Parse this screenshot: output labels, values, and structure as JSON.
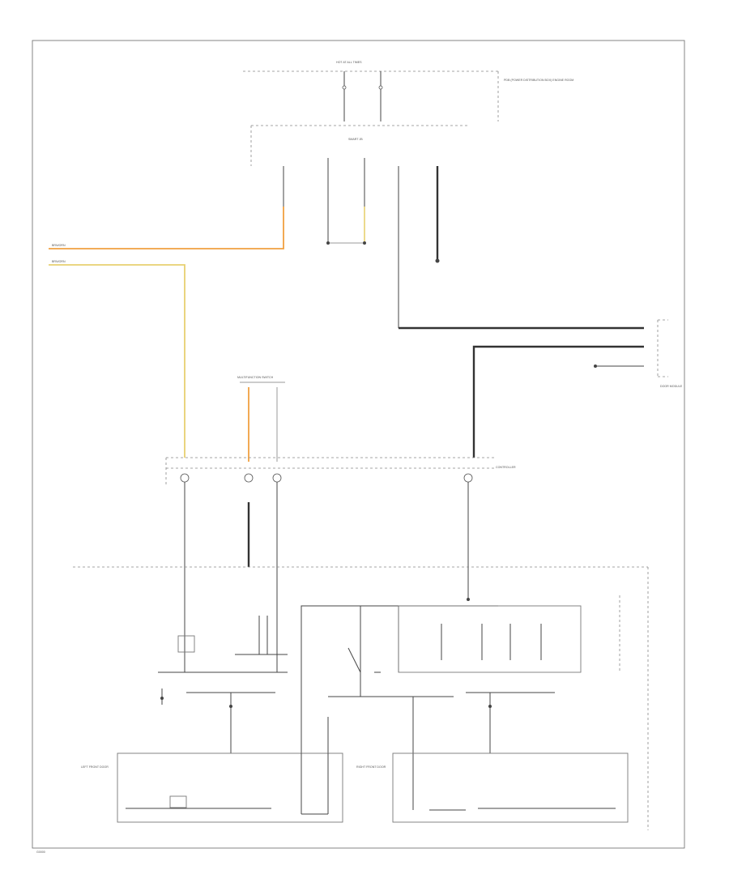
{
  "colors": {
    "wire_orange": "#f0a040",
    "wire_yellow": "#e8d070",
    "wire_dark": "#444444",
    "wire_light": "#999999"
  },
  "labels": {
    "top_fuse_block": "HOT AT ALL TIMES",
    "top_right_note": "PDB (POWER DISTRIBUTION BOX) ENGINE ROOM",
    "junction_box": "SMART JB",
    "wire_left_1": "BRN/ORN",
    "wire_left_2": "BRN/ORN",
    "connector_a": "CONTROLLER",
    "combination_switch": "MULTIFUNCTION SWITCH",
    "module_right": "DOOR MODULE",
    "ground_lower_left": "LEFT FRONT DOOR",
    "ground_lower_right": "RIGHT FRONT DOOR",
    "corner_code": "G0000"
  }
}
